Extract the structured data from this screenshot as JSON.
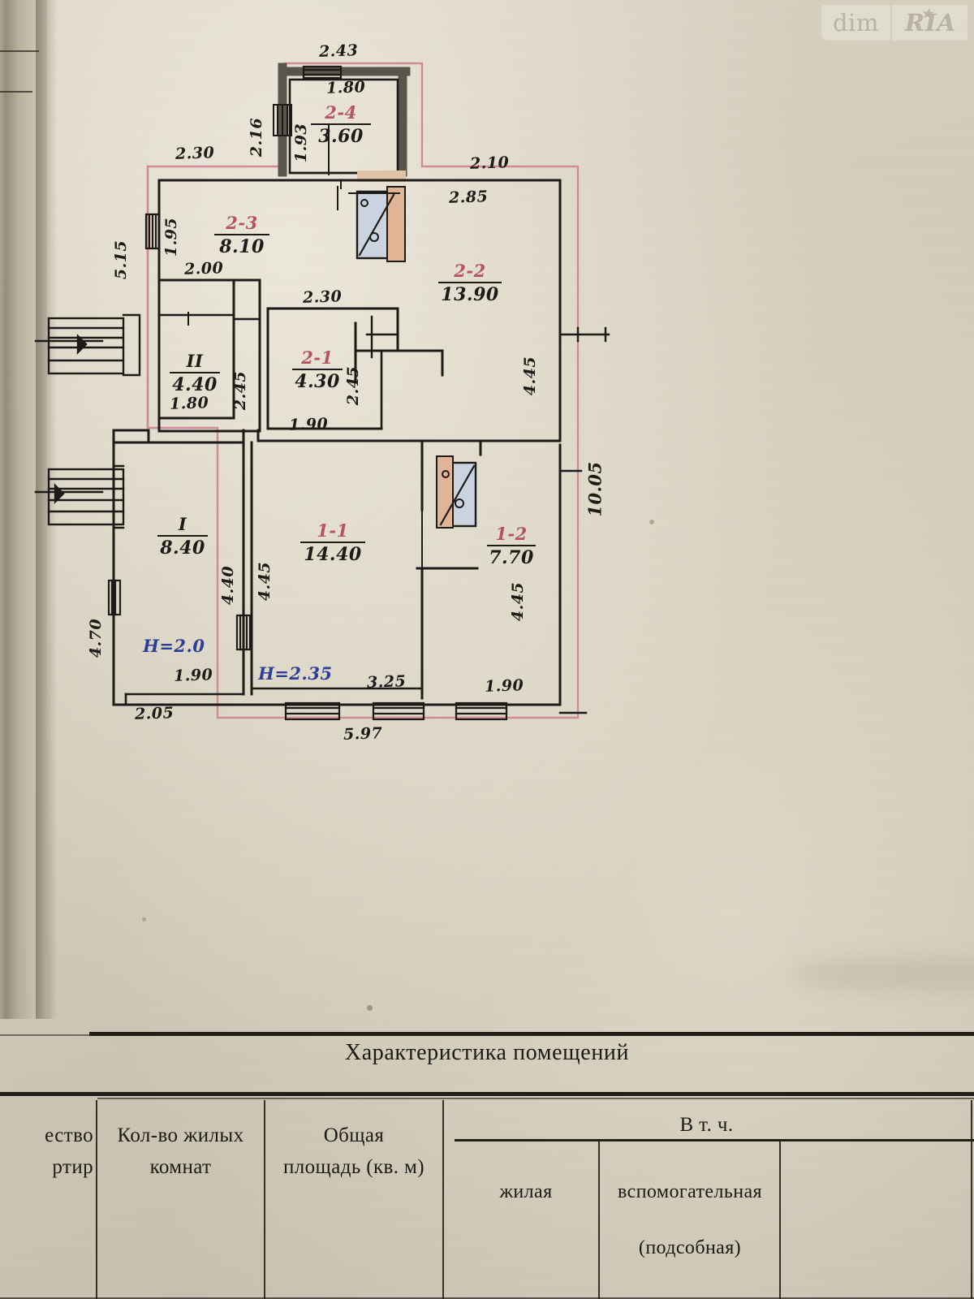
{
  "document": {
    "type": "scanned-floor-plan",
    "kind": "BTI technical inventory plan"
  },
  "watermark": {
    "left_text": "dim",
    "right_text": "RIA",
    "star_glyph": "★"
  },
  "plan": {
    "rooms": [
      {
        "id": "room-2-4",
        "number": "2-4",
        "area": "3.60"
      },
      {
        "id": "room-2-3",
        "number": "2-3",
        "area": "8.10"
      },
      {
        "id": "room-2-2",
        "number": "2-2",
        "area": "13.90"
      },
      {
        "id": "room-II",
        "number": "II",
        "area": "4.40"
      },
      {
        "id": "room-2-1",
        "number": "2-1",
        "area": "4.30"
      },
      {
        "id": "room-I",
        "number": "I",
        "area": "8.40"
      },
      {
        "id": "room-1-1",
        "number": "1-1",
        "area": "14.40"
      },
      {
        "id": "room-1-2",
        "number": "1-2",
        "area": "7.70"
      }
    ],
    "height_notes": [
      {
        "id": "h-left",
        "text": "H=2.0"
      },
      {
        "id": "h-mid",
        "text": "H=2.35"
      }
    ],
    "dimensions": {
      "top_annex": "2.43",
      "annex_door": "1.80",
      "annex_left_outer": "2.16",
      "annex_left_inner": "1.93",
      "upper_left": "2.30",
      "upper_left_window": "1.95",
      "left_outer_upper": "5.15",
      "room23_bottom": "2.00",
      "mid_upper": "2.30",
      "top_right": "2.10",
      "top_right_inner": "2.85",
      "right_upper": "4.45",
      "right_overall": "10.05",
      "room_II_bottom": "1.80",
      "mid_vert_upper": "2.45",
      "room21_inner_vert": "2.45",
      "room21_bottom": "1.90",
      "mid_bottom": "1.90",
      "left_outer_lower": "4.70",
      "room_I_vert": "4.40",
      "room11_vert": "4.45",
      "room12_vert": "4.45",
      "bottom_left_inner": "1.90",
      "bottom_left_outer": "2.05",
      "bottom_mid": "3.25",
      "bottom_right": "1.90",
      "bottom_overall": "5.97"
    }
  },
  "table": {
    "title": "Характеристика помещений",
    "group_header": "В т. ч.",
    "columns": [
      {
        "id": "col-count",
        "line1": "ество",
        "line2": "ртир"
      },
      {
        "id": "col-rooms",
        "line1": "Кол-во жилых",
        "line2": "комнат"
      },
      {
        "id": "col-total",
        "line1": "Общая",
        "line2": "площадь (кв. м)"
      },
      {
        "id": "col-living",
        "line1": "жилая",
        "line2": ""
      },
      {
        "id": "col-aux",
        "line1": "вспомогательная",
        "line2": "(подсобная)"
      }
    ]
  }
}
